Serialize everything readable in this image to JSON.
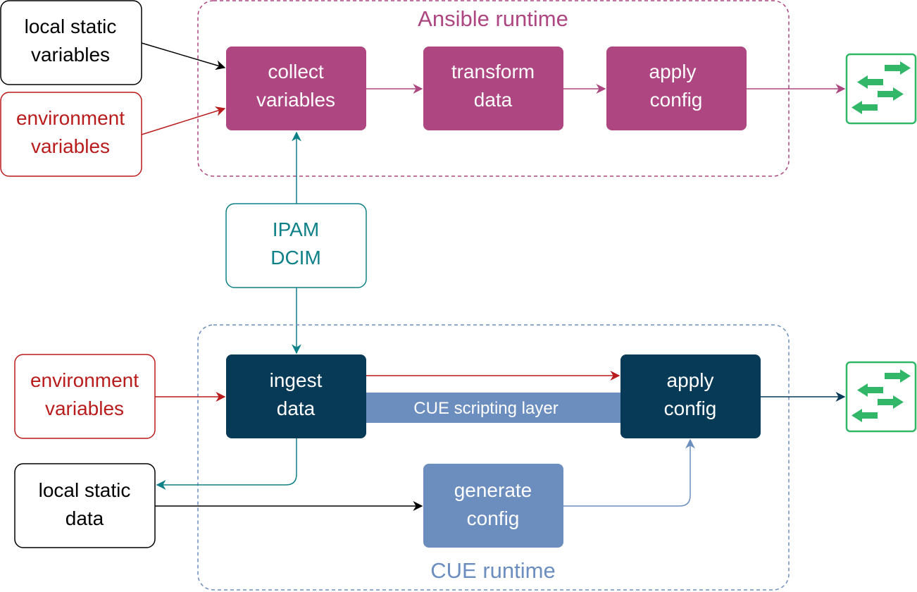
{
  "colors": {
    "ansible": "#ad4681",
    "cue_dark": "#073a56",
    "cue_light": "#6c8ebf",
    "teal": "#0e8088",
    "red": "#b91c1c",
    "black": "#000000",
    "switch_green": "#31b767"
  },
  "ansible_runtime": {
    "title": "Ansible runtime",
    "collect": [
      "collect",
      "variables"
    ],
    "transform": [
      "transform",
      "data"
    ],
    "apply": [
      "apply",
      "config"
    ]
  },
  "cue_runtime": {
    "title": "CUE runtime",
    "ingest": [
      "ingest",
      "data"
    ],
    "apply": [
      "apply",
      "config"
    ],
    "generate": [
      "generate",
      "config"
    ],
    "scripting_layer": "CUE scripting layer"
  },
  "inputs": {
    "top_static": [
      "local static",
      "variables"
    ],
    "top_env": [
      "environment",
      "variables"
    ],
    "ipam": [
      "IPAM",
      "DCIM"
    ],
    "bottom_env": [
      "environment",
      "variables"
    ],
    "bottom_static": [
      "local static",
      "data"
    ]
  },
  "icons": {
    "top_target": "network-switch-icon",
    "bottom_target": "network-switch-icon"
  }
}
